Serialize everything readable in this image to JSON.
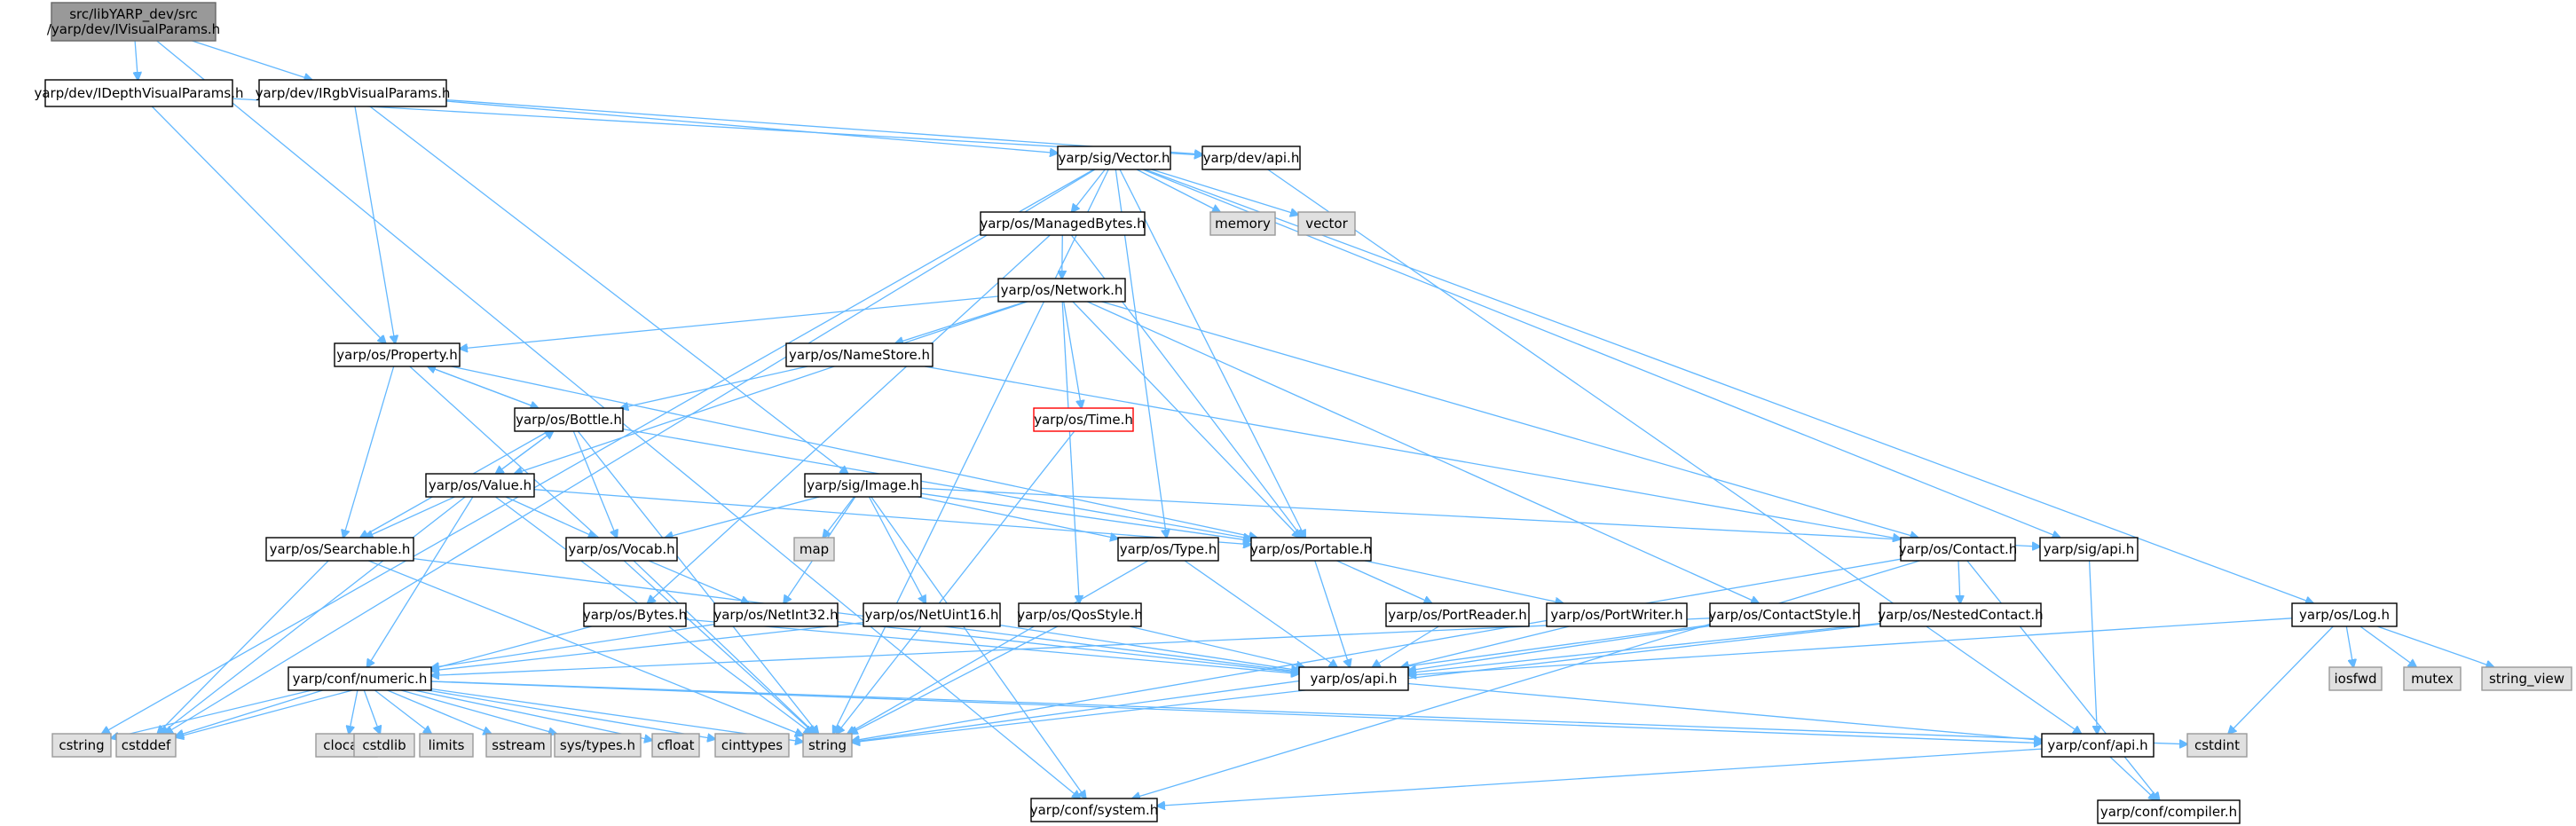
{
  "colors": {
    "background": "#ffffff",
    "root_fill": "#999999",
    "root_stroke": "#666666",
    "header_fill": "#ffffff",
    "header_stroke": "#000000",
    "system_fill": "#e0e0e0",
    "system_stroke": "#999999",
    "truncated_stroke": "#ff0000",
    "edge": "#63b8ff",
    "text": "#000000"
  },
  "nodes": [
    {
      "id": "root",
      "lines": [
        "src/libYARP_dev/src",
        "/yarp/dev/IVisualParams.h"
      ],
      "kind": "root"
    },
    {
      "id": "idepth",
      "lines": [
        "yarp/dev/IDepthVisualParams.h"
      ],
      "kind": "header"
    },
    {
      "id": "irgb",
      "lines": [
        "yarp/dev/IRgbVisualParams.h"
      ],
      "kind": "header"
    },
    {
      "id": "vector_h",
      "lines": [
        "yarp/sig/Vector.h"
      ],
      "kind": "header"
    },
    {
      "id": "devapi",
      "lines": [
        "yarp/dev/api.h"
      ],
      "kind": "header"
    },
    {
      "id": "managedbytes",
      "lines": [
        "yarp/os/ManagedBytes.h"
      ],
      "kind": "header"
    },
    {
      "id": "memory",
      "lines": [
        "memory"
      ],
      "kind": "system"
    },
    {
      "id": "vector",
      "lines": [
        "vector"
      ],
      "kind": "system"
    },
    {
      "id": "network",
      "lines": [
        "yarp/os/Network.h"
      ],
      "kind": "header"
    },
    {
      "id": "property",
      "lines": [
        "yarp/os/Property.h"
      ],
      "kind": "header"
    },
    {
      "id": "namestore",
      "lines": [
        "yarp/os/NameStore.h"
      ],
      "kind": "header"
    },
    {
      "id": "time",
      "lines": [
        "yarp/os/Time.h"
      ],
      "kind": "truncated"
    },
    {
      "id": "bottle",
      "lines": [
        "yarp/os/Bottle.h"
      ],
      "kind": "header"
    },
    {
      "id": "value",
      "lines": [
        "yarp/os/Value.h"
      ],
      "kind": "header"
    },
    {
      "id": "image",
      "lines": [
        "yarp/sig/Image.h"
      ],
      "kind": "header"
    },
    {
      "id": "map",
      "lines": [
        "map"
      ],
      "kind": "system"
    },
    {
      "id": "searchable",
      "lines": [
        "yarp/os/Searchable.h"
      ],
      "kind": "header"
    },
    {
      "id": "vocab",
      "lines": [
        "yarp/os/Vocab.h"
      ],
      "kind": "header"
    },
    {
      "id": "type",
      "lines": [
        "yarp/os/Type.h"
      ],
      "kind": "header"
    },
    {
      "id": "portable",
      "lines": [
        "yarp/os/Portable.h"
      ],
      "kind": "header"
    },
    {
      "id": "contact",
      "lines": [
        "yarp/os/Contact.h"
      ],
      "kind": "header"
    },
    {
      "id": "sigapi",
      "lines": [
        "yarp/sig/api.h"
      ],
      "kind": "header"
    },
    {
      "id": "bytes",
      "lines": [
        "yarp/os/Bytes.h"
      ],
      "kind": "header"
    },
    {
      "id": "netint32",
      "lines": [
        "yarp/os/NetInt32.h"
      ],
      "kind": "header"
    },
    {
      "id": "netuint16",
      "lines": [
        "yarp/os/NetUint16.h"
      ],
      "kind": "header"
    },
    {
      "id": "qosstyle",
      "lines": [
        "yarp/os/QosStyle.h"
      ],
      "kind": "header"
    },
    {
      "id": "portreader",
      "lines": [
        "yarp/os/PortReader.h"
      ],
      "kind": "header"
    },
    {
      "id": "portwriter",
      "lines": [
        "yarp/os/PortWriter.h"
      ],
      "kind": "header"
    },
    {
      "id": "contactstyle",
      "lines": [
        "yarp/os/ContactStyle.h"
      ],
      "kind": "header"
    },
    {
      "id": "nestedcontact",
      "lines": [
        "yarp/os/NestedContact.h"
      ],
      "kind": "header"
    },
    {
      "id": "log",
      "lines": [
        "yarp/os/Log.h"
      ],
      "kind": "header"
    },
    {
      "id": "iosfwd",
      "lines": [
        "iosfwd"
      ],
      "kind": "system"
    },
    {
      "id": "mutex",
      "lines": [
        "mutex"
      ],
      "kind": "system"
    },
    {
      "id": "string_view",
      "lines": [
        "string_view"
      ],
      "kind": "system"
    },
    {
      "id": "numeric",
      "lines": [
        "yarp/conf/numeric.h"
      ],
      "kind": "header"
    },
    {
      "id": "osapi",
      "lines": [
        "yarp/os/api.h"
      ],
      "kind": "header"
    },
    {
      "id": "cstring",
      "lines": [
        "cstring"
      ],
      "kind": "system"
    },
    {
      "id": "cstddef",
      "lines": [
        "cstddef"
      ],
      "kind": "system"
    },
    {
      "id": "clocale",
      "lines": [
        "clocale"
      ],
      "kind": "system"
    },
    {
      "id": "cstdlib",
      "lines": [
        "cstdlib"
      ],
      "kind": "system"
    },
    {
      "id": "limits",
      "lines": [
        "limits"
      ],
      "kind": "system"
    },
    {
      "id": "sstream",
      "lines": [
        "sstream"
      ],
      "kind": "system"
    },
    {
      "id": "systypes",
      "lines": [
        "sys/types.h"
      ],
      "kind": "system"
    },
    {
      "id": "cfloat",
      "lines": [
        "cfloat"
      ],
      "kind": "system"
    },
    {
      "id": "cinttypes",
      "lines": [
        "cinttypes"
      ],
      "kind": "system"
    },
    {
      "id": "string",
      "lines": [
        "string"
      ],
      "kind": "system"
    },
    {
      "id": "confapi",
      "lines": [
        "yarp/conf/api.h"
      ],
      "kind": "header"
    },
    {
      "id": "cstdint",
      "lines": [
        "cstdint"
      ],
      "kind": "system"
    },
    {
      "id": "system",
      "lines": [
        "yarp/conf/system.h"
      ],
      "kind": "header"
    },
    {
      "id": "compiler",
      "lines": [
        "yarp/conf/compiler.h"
      ],
      "kind": "header"
    }
  ],
  "edges": [
    [
      "root",
      "idepth"
    ],
    [
      "root",
      "irgb"
    ],
    [
      "root",
      "system"
    ],
    [
      "idepth",
      "devapi"
    ],
    [
      "idepth",
      "property"
    ],
    [
      "irgb",
      "devapi"
    ],
    [
      "irgb",
      "vector_h"
    ],
    [
      "irgb",
      "property"
    ],
    [
      "irgb",
      "image"
    ],
    [
      "vector_h",
      "managedbytes"
    ],
    [
      "vector_h",
      "memory"
    ],
    [
      "vector_h",
      "vector"
    ],
    [
      "vector_h",
      "type"
    ],
    [
      "vector_h",
      "portable"
    ],
    [
      "vector_h",
      "sigapi"
    ],
    [
      "vector_h",
      "log"
    ],
    [
      "vector_h",
      "cstring"
    ],
    [
      "vector_h",
      "cstddef"
    ],
    [
      "vector_h",
      "string"
    ],
    [
      "devapi",
      "confapi"
    ],
    [
      "managedbytes",
      "network"
    ],
    [
      "managedbytes",
      "bytes"
    ],
    [
      "managedbytes",
      "portable"
    ],
    [
      "network",
      "property"
    ],
    [
      "network",
      "namestore"
    ],
    [
      "network",
      "time"
    ],
    [
      "network",
      "value"
    ],
    [
      "network",
      "portable"
    ],
    [
      "network",
      "contact"
    ],
    [
      "network",
      "qosstyle"
    ],
    [
      "network",
      "contactstyle"
    ],
    [
      "namestore",
      "bottle"
    ],
    [
      "namestore",
      "contact"
    ],
    [
      "property",
      "bottle"
    ],
    [
      "property",
      "searchable"
    ],
    [
      "property",
      "portable"
    ],
    [
      "property",
      "string"
    ],
    [
      "bottle",
      "property"
    ],
    [
      "bottle",
      "value"
    ],
    [
      "bottle",
      "searchable"
    ],
    [
      "bottle",
      "vocab"
    ],
    [
      "bottle",
      "portable"
    ],
    [
      "bottle",
      "string"
    ],
    [
      "value",
      "bottle"
    ],
    [
      "value",
      "searchable"
    ],
    [
      "value",
      "vocab"
    ],
    [
      "value",
      "portable"
    ],
    [
      "value",
      "numeric"
    ],
    [
      "value",
      "cstddef"
    ],
    [
      "value",
      "string"
    ],
    [
      "time",
      "string"
    ],
    [
      "image",
      "map"
    ],
    [
      "image",
      "vocab"
    ],
    [
      "image",
      "type"
    ],
    [
      "image",
      "portable"
    ],
    [
      "image",
      "netint32"
    ],
    [
      "image",
      "netuint16"
    ],
    [
      "image",
      "sigapi"
    ],
    [
      "image",
      "system"
    ],
    [
      "searchable",
      "osapi"
    ],
    [
      "searchable",
      "cstddef"
    ],
    [
      "searchable",
      "string"
    ],
    [
      "vocab",
      "netint32"
    ],
    [
      "vocab",
      "string"
    ],
    [
      "type",
      "osapi"
    ],
    [
      "type",
      "string"
    ],
    [
      "portable",
      "portreader"
    ],
    [
      "portable",
      "portwriter"
    ],
    [
      "portable",
      "osapi"
    ],
    [
      "contact",
      "nestedcontact"
    ],
    [
      "contact",
      "compiler"
    ],
    [
      "contact",
      "string"
    ],
    [
      "contact",
      "system"
    ],
    [
      "sigapi",
      "confapi"
    ],
    [
      "bytes",
      "cstddef"
    ],
    [
      "bytes",
      "osapi"
    ],
    [
      "netint32",
      "numeric"
    ],
    [
      "netint32",
      "osapi"
    ],
    [
      "netuint16",
      "numeric"
    ],
    [
      "netuint16",
      "osapi"
    ],
    [
      "qosstyle",
      "osapi"
    ],
    [
      "qosstyle",
      "string"
    ],
    [
      "portreader",
      "osapi"
    ],
    [
      "portwriter",
      "osapi"
    ],
    [
      "contactstyle",
      "numeric"
    ],
    [
      "contactstyle",
      "osapi"
    ],
    [
      "contactstyle",
      "string"
    ],
    [
      "nestedcontact",
      "osapi"
    ],
    [
      "nestedcontact",
      "string"
    ],
    [
      "log",
      "osapi"
    ],
    [
      "log",
      "iosfwd"
    ],
    [
      "log",
      "mutex"
    ],
    [
      "log",
      "string_view"
    ],
    [
      "log",
      "cstdint"
    ],
    [
      "numeric",
      "cstring"
    ],
    [
      "numeric",
      "cstddef"
    ],
    [
      "numeric",
      "clocale"
    ],
    [
      "numeric",
      "cstdlib"
    ],
    [
      "numeric",
      "limits"
    ],
    [
      "numeric",
      "sstream"
    ],
    [
      "numeric",
      "systypes"
    ],
    [
      "numeric",
      "cfloat"
    ],
    [
      "numeric",
      "cinttypes"
    ],
    [
      "numeric",
      "string"
    ],
    [
      "numeric",
      "confapi"
    ],
    [
      "numeric",
      "cstdint"
    ],
    [
      "osapi",
      "confapi"
    ],
    [
      "confapi",
      "system"
    ],
    [
      "confapi",
      "compiler"
    ]
  ]
}
